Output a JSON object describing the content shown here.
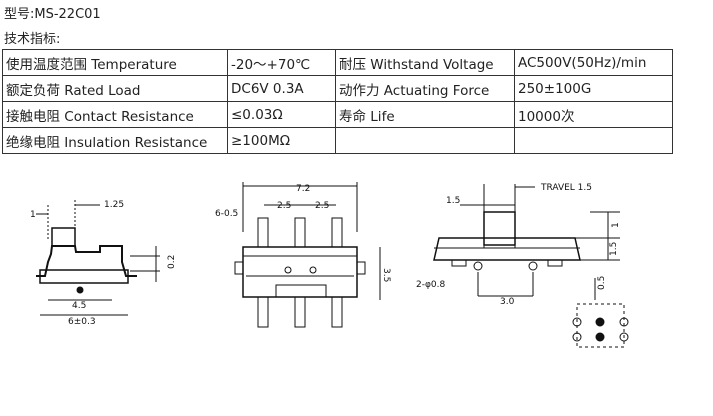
{
  "model_line": "型号:MS-22C01",
  "specs_heading": "技术指标:",
  "specs": [
    [
      "使用温度范围 Temperature",
      "-20～+70℃",
      "耐压 Withstand Voltage",
      "AC500V(50Hz)/min"
    ],
    [
      "额定负荷 Rated Load",
      "DC6V 0.3A",
      "动作力 Actuating Force",
      "250±100G"
    ],
    [
      "接触电阻 Contact Resistance",
      "≤0.03Ω",
      "寿命 Life",
      "10000次"
    ],
    [
      "绝缘电阻 Insulation Resistance",
      "≥100MΩ",
      "",
      ""
    ]
  ],
  "drawings": {
    "side": {
      "dim_top_left": "1",
      "dim_top_right": "1.25",
      "dim_right": "0.2",
      "dim_bottom_inner": "4.5",
      "dim_bottom_outer": "6±0.3"
    },
    "top": {
      "dim_width": "7.2",
      "dim_pitch_left": "2.5",
      "dim_pitch_right": "2.5",
      "dim_pins": "6-0.5",
      "dim_height": "3.5"
    },
    "front": {
      "travel": "TRAVEL 1.5",
      "dim_top": "1.5",
      "dim_right_top": "1",
      "dim_right_mid": "1.5",
      "dim_holes": "2-φ0.8",
      "dim_bottom": "3.0",
      "dim_right_small": "0.5"
    }
  }
}
